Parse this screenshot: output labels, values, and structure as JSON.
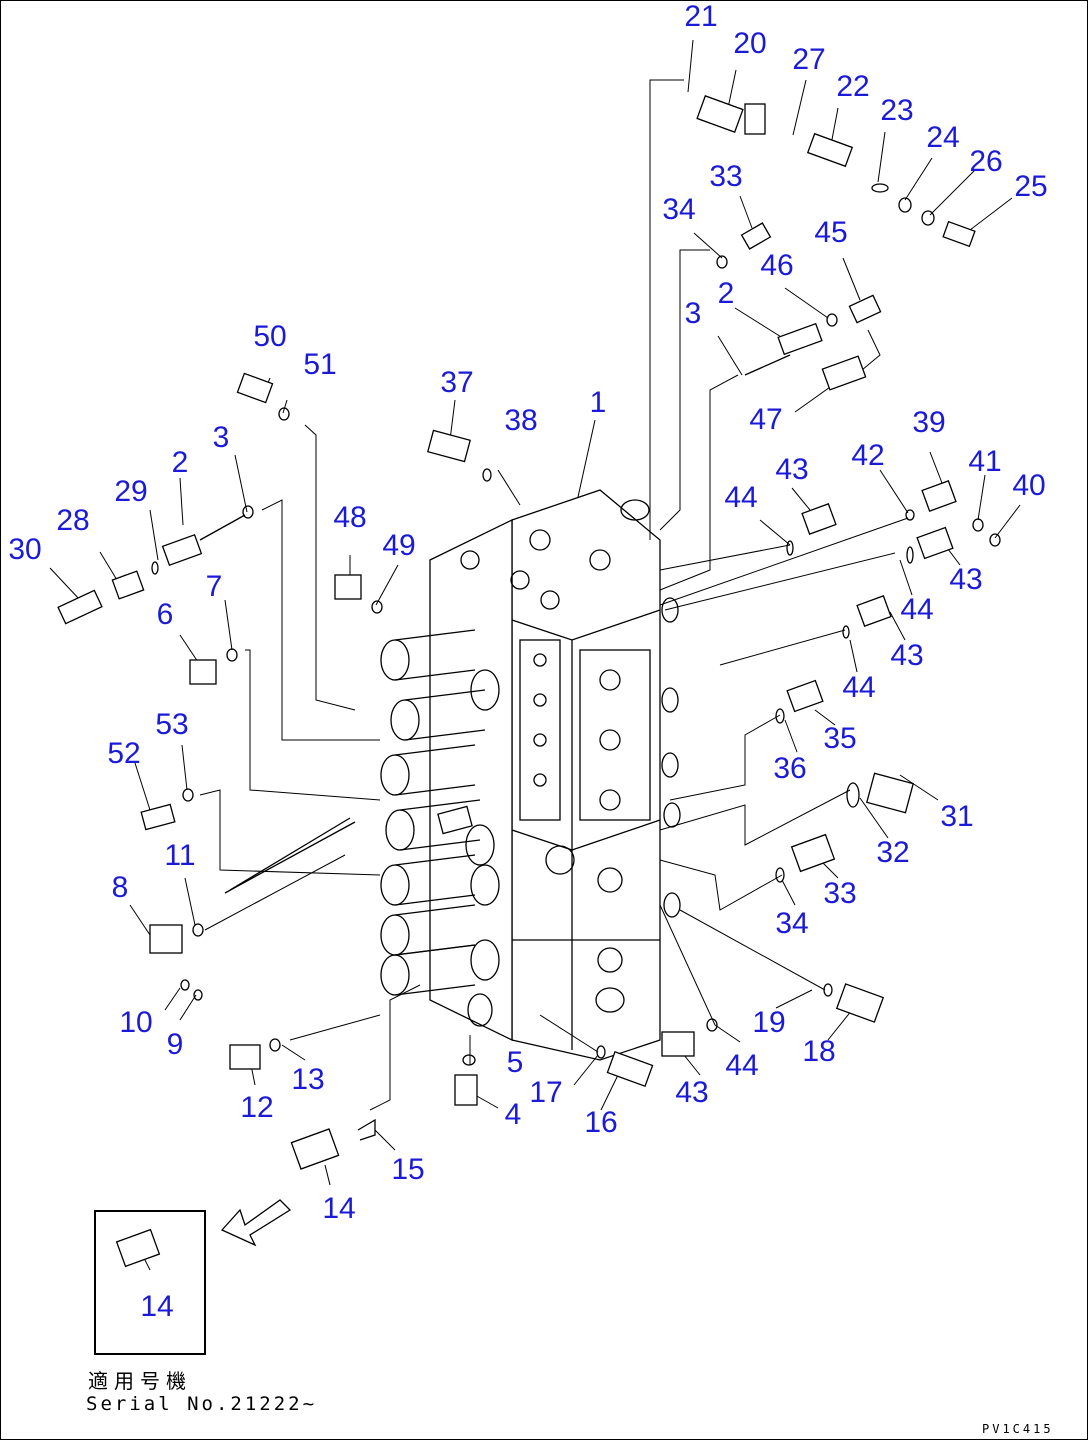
{
  "labels": {
    "p1": "1",
    "p2a": "2",
    "p2b": "2",
    "p3a": "3",
    "p3b": "3",
    "p4": "4",
    "p5": "5",
    "p6": "6",
    "p7": "7",
    "p8": "8",
    "p9": "9",
    "p10": "10",
    "p11": "11",
    "p12": "12",
    "p13": "13",
    "p14a": "14",
    "p14b": "14",
    "p15": "15",
    "p16": "16",
    "p17": "17",
    "p18": "18",
    "p19": "19",
    "p20": "20",
    "p21": "21",
    "p22": "22",
    "p23": "23",
    "p24": "24",
    "p25": "25",
    "p26": "26",
    "p27": "27",
    "p28": "28",
    "p29": "29",
    "p30": "30",
    "p31": "31",
    "p32": "32",
    "p33a": "33",
    "p33b": "33",
    "p34a": "34",
    "p34b": "34",
    "p35": "35",
    "p36": "36",
    "p37": "37",
    "p38": "38",
    "p39": "39",
    "p40": "40",
    "p41": "41",
    "p42": "42",
    "p43a": "43",
    "p43b": "43",
    "p43c": "43",
    "p43d": "43",
    "p44a": "44",
    "p44b": "44",
    "p44c": "44",
    "p44d": "44",
    "p45": "45",
    "p46": "46",
    "p47": "47",
    "p48": "48",
    "p49": "49",
    "p50": "50",
    "p51": "51",
    "p52": "52",
    "p53": "53"
  },
  "serial_jp": "適用号機",
  "serial": "Serial No.21222~",
  "drawing_code": "PV1C415",
  "colors": {
    "label": "#1a1ad8",
    "line": "#000000"
  }
}
